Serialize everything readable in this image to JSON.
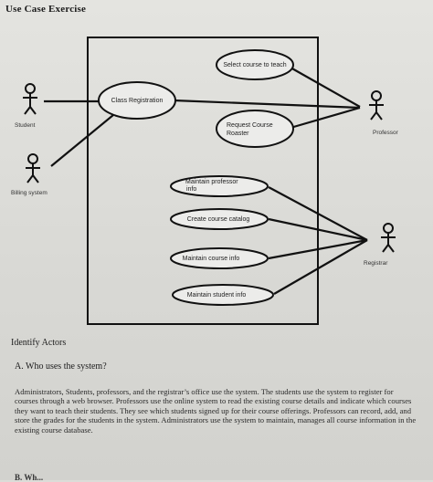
{
  "document": {
    "title": "Use Case Exercise"
  },
  "diagram": {
    "actors": {
      "student": "Student",
      "billing": "Billing system",
      "professor": "Professor",
      "registrar": "Registrar"
    },
    "use_cases": {
      "class_registration": "Class Registration",
      "select_course": "Select course to teach",
      "request_roster_line1": "Request Course",
      "request_roster_line2": "Roaster",
      "maintain_professor_line1": "Maintain professor",
      "maintain_professor_line2": "info",
      "create_catalog": "Create course catalog",
      "maintain_course": "Maintain course info",
      "maintain_student": "Maintain student info"
    }
  },
  "text": {
    "section_heading": "Identify Actors",
    "question_a": "A. Who uses the system?",
    "answer_a": "Administrators, Students, professors, and the registrar’s office use the system. The students use the system to register for courses through a web browser. Professors use the online system to read the existing course details and indicate which courses they want to teach their students. They see which students signed up for their course offerings. Professors can record, add, and store the grades for the students in the system. Administrators use the system to maintain, manages all course information in the existing course database.",
    "question_b_partial": "B. Wh..."
  }
}
